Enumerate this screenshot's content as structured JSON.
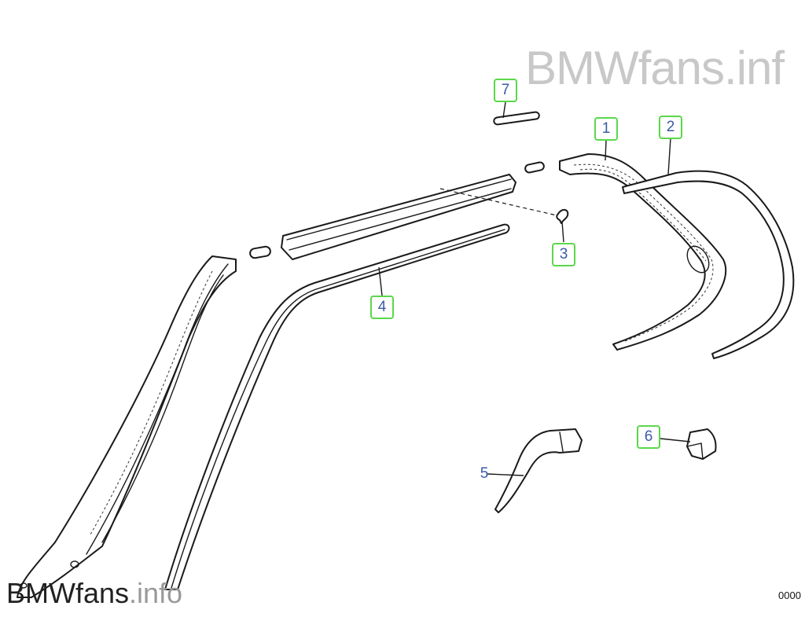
{
  "watermark": {
    "top_text": "BMWfans.inf",
    "bottom_brand": "BMWfans",
    "bottom_suffix": ".info"
  },
  "catalog_code": "0000",
  "callouts": [
    {
      "id": "1",
      "label": "1",
      "boxed": true
    },
    {
      "id": "2",
      "label": "2",
      "boxed": true
    },
    {
      "id": "3",
      "label": "3",
      "boxed": true
    },
    {
      "id": "4",
      "label": "4",
      "boxed": true
    },
    {
      "id": "5",
      "label": "5",
      "boxed": false
    },
    {
      "id": "6",
      "label": "6",
      "boxed": true
    },
    {
      "id": "7",
      "label": "7",
      "boxed": true
    }
  ],
  "colors": {
    "callout_border": "#5ad84a",
    "callout_text": "#3c5aa8",
    "line_art": "#1a1a1a",
    "watermark": "#c8c8c8"
  }
}
